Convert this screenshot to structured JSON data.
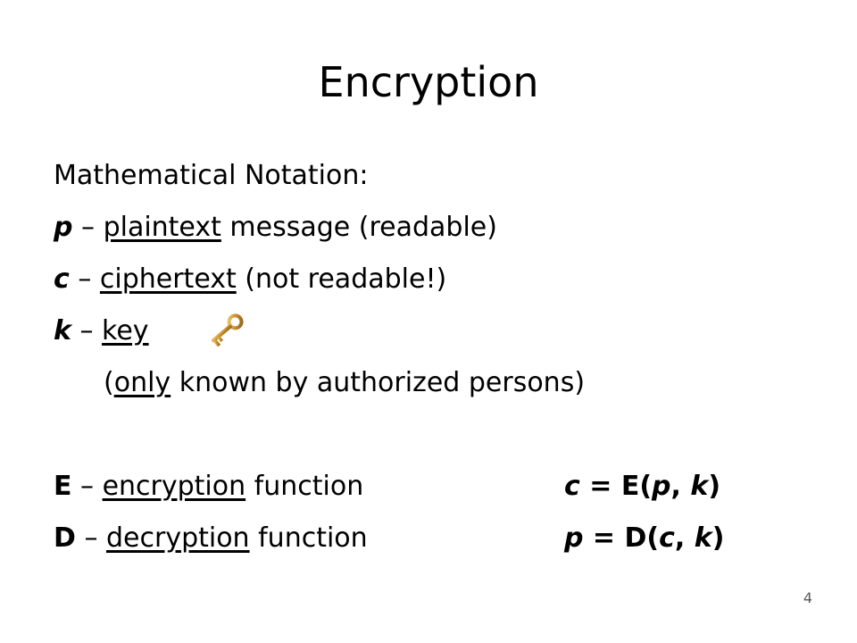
{
  "slide": {
    "title": "Encryption",
    "heading": "Mathematical Notation:",
    "p": {
      "symbol": "p",
      "dash": " – ",
      "term": "plaintext",
      "desc": " message (readable)"
    },
    "c": {
      "symbol": "c",
      "dash": " – ",
      "term": "ciphertext",
      "desc": " (not readable!)"
    },
    "k": {
      "symbol": "k",
      "dash": " – ",
      "term": "key",
      "icon": "key-icon"
    },
    "note": {
      "open": "(",
      "term": "only",
      "rest": " known by authorized persons)"
    },
    "E": {
      "symbol": "E",
      "dash": " – ",
      "term": "encryption",
      "desc": " function",
      "f_lhs": "c",
      "f_eq": " = E(",
      "f_a": "p",
      "f_sep": ", ",
      "f_b": "k",
      "f_close": ")"
    },
    "D": {
      "symbol": "D",
      "dash": " – ",
      "term": "decryption",
      "desc": " function",
      "f_lhs": "p",
      "f_eq": " = D(",
      "f_a": "c",
      "f_sep": ", ",
      "f_b": "k",
      "f_close": ")"
    },
    "page_number": "4"
  }
}
